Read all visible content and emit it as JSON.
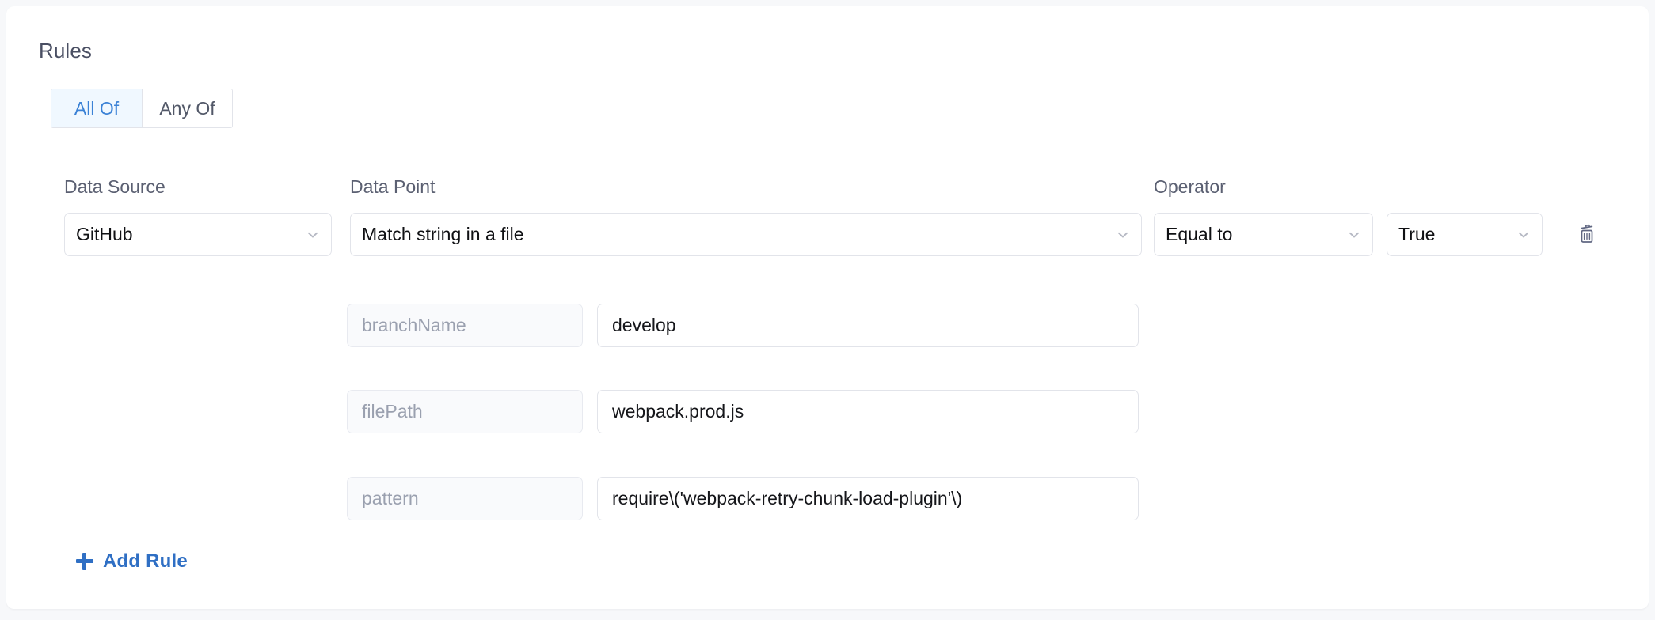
{
  "panel": {
    "title": "Rules"
  },
  "match_mode": {
    "options": [
      {
        "label": "All Of",
        "active": true
      },
      {
        "label": "Any Of",
        "active": false
      }
    ]
  },
  "columns": {
    "data_source": "Data Source",
    "data_point": "Data Point",
    "operator": "Operator"
  },
  "rule": {
    "data_source": "GitHub",
    "data_point": "Match string in a file",
    "operator": "Equal to",
    "value": "True",
    "delete_icon": "trash-icon",
    "chevron_icon": "chevron-down-icon",
    "parameters": [
      {
        "key": "branchName",
        "value": "develop"
      },
      {
        "key": "filePath",
        "value": "webpack.prod.js"
      },
      {
        "key": "pattern",
        "value": "require\\('webpack-retry-chunk-load-plugin'\\)"
      }
    ]
  },
  "actions": {
    "add_rule": "Add Rule",
    "add_icon": "plus-icon"
  },
  "colors": {
    "accent": "#2f6fc4",
    "tab_active_bg": "#f0f8ff",
    "tab_active_text": "#3b82d6",
    "border": "#e2e4ea",
    "label_text": "#5b6072",
    "placeholder_text": "#9aa0af",
    "page_bg": "#f7f8fa",
    "card_bg": "#ffffff"
  }
}
